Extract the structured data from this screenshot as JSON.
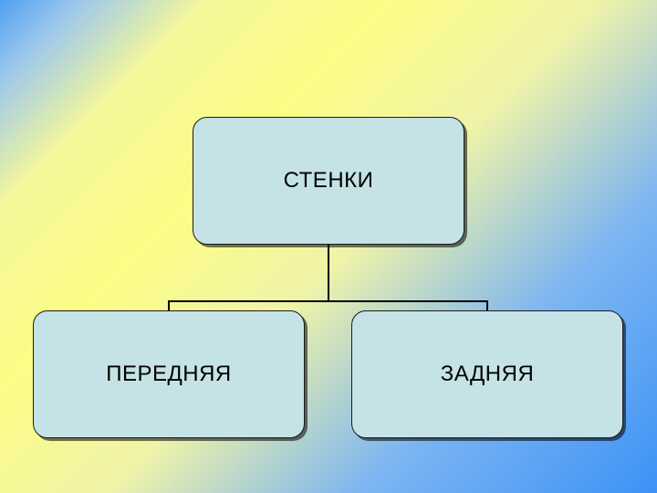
{
  "diagram": {
    "root": {
      "label": "СТЕНКИ"
    },
    "children": [
      {
        "label": "ПЕРЕДНЯЯ"
      },
      {
        "label": "ЗАДНЯЯ"
      }
    ]
  },
  "colors": {
    "node_fill": "#c5e3e6",
    "node_border": "#1a1a1a",
    "background_yellow": "#fcfd86",
    "background_blue": "#3d92f6"
  }
}
